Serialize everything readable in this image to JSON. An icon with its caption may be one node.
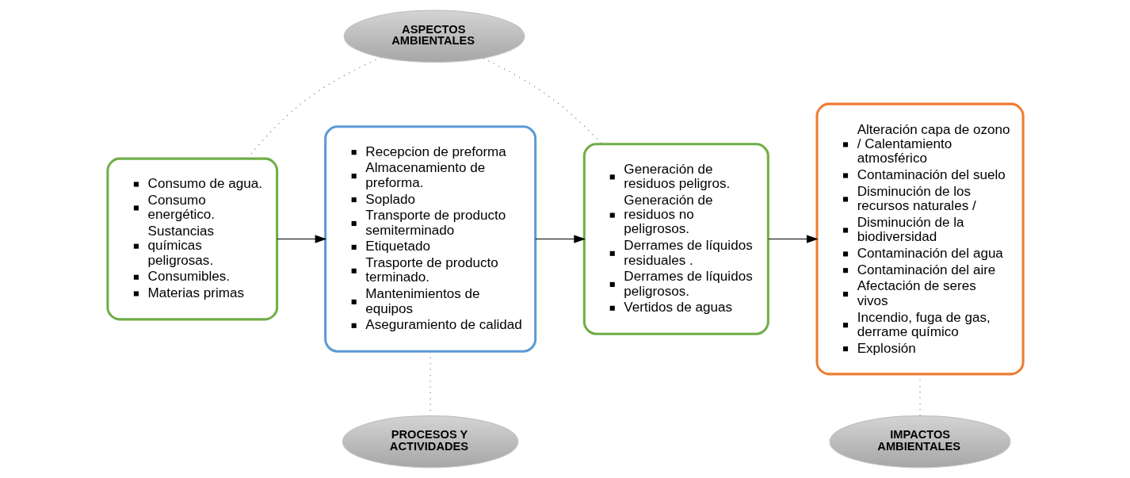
{
  "diagram": {
    "nodes": [
      {
        "text": [
          "ASPECTOS AMBIENTALES"
        ]
      },
      {
        "text": [
          "Consumo de agua.",
          "Consumo energético.",
          "Sustancias químicas peligrosas.",
          "Consumibles.",
          "Materias primas"
        ]
      },
      {
        "text": [
          "Recepcion de preforma",
          "Almacenamiento de preforma.",
          "Soplado",
          "Transporte de producto semiterminado",
          "Etiquetado",
          "Trasporte de producto terminado.",
          "Mantenimientos de equipos",
          "Aseguramiento de calidad"
        ]
      },
      {
        "text": [
          "Generación de residuos peligros.",
          "Generación de residuos no peligrosos.",
          "Derrames de líquidos residuales .",
          "Derrames de líquidos peligrosos.",
          "Vertidos de aguas"
        ]
      },
      {
        "text": [
          "Alteración capa de ozono / Calentamiento atmosférico",
          "Contaminación del suelo",
          "Disminución de los recursos naturales /",
          "Disminución de la biodiversidad",
          "Contaminación del agua",
          "Contaminación del aire",
          "Afectación de seres vivos",
          "Incendio, fuga de gas, derrame químico",
          "Explosión"
        ]
      },
      {
        "text": [
          "PROCESOS Y ACTIVIDADES"
        ]
      },
      {
        "text": [
          "IMPACTOS AMBIENTALES"
        ]
      }
    ],
    "edges": [
      {
        "from": 0,
        "to": 1,
        "arrow": "none",
        "style": "dashed"
      },
      {
        "from": 0,
        "to": 3,
        "arrow": "none",
        "style": "dashed"
      },
      {
        "from": 1,
        "to": 2,
        "arrow": "to",
        "color": "#000000"
      },
      {
        "from": 2,
        "to": 3,
        "arrow": "to",
        "color": "#000000"
      },
      {
        "from": 3,
        "to": 4,
        "arrow": "to",
        "color": "#000000"
      },
      {
        "from": 2,
        "to": 5,
        "arrow": "none",
        "style": "dashed"
      },
      {
        "from": 4,
        "to": 6,
        "arrow": "none",
        "style": "dashed"
      }
    ]
  }
}
